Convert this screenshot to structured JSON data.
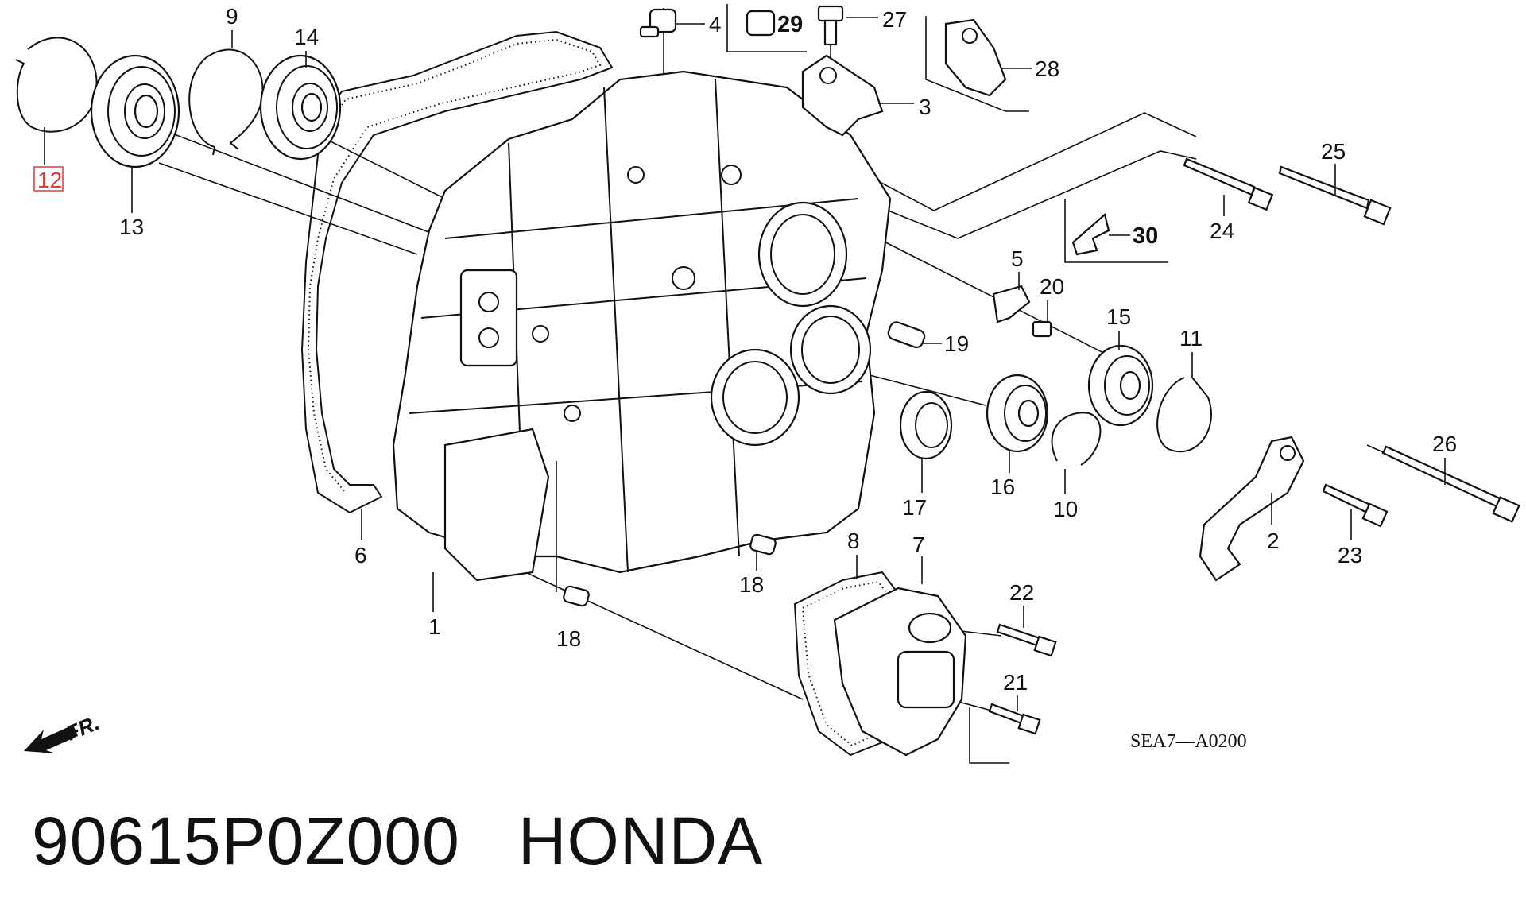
{
  "diagram": {
    "callouts": [
      {
        "id": "1",
        "text": "1",
        "highlighted": false
      },
      {
        "id": "2",
        "text": "2",
        "highlighted": false
      },
      {
        "id": "3",
        "text": "3",
        "highlighted": false
      },
      {
        "id": "4",
        "text": "4",
        "highlighted": false
      },
      {
        "id": "5",
        "text": "5",
        "highlighted": false
      },
      {
        "id": "6",
        "text": "6",
        "highlighted": false
      },
      {
        "id": "7",
        "text": "7",
        "highlighted": false
      },
      {
        "id": "8",
        "text": "8",
        "highlighted": false
      },
      {
        "id": "9",
        "text": "9",
        "highlighted": false
      },
      {
        "id": "10",
        "text": "10",
        "highlighted": false
      },
      {
        "id": "11",
        "text": "11",
        "highlighted": false
      },
      {
        "id": "12",
        "text": "12",
        "highlighted": true
      },
      {
        "id": "13",
        "text": "13",
        "highlighted": false
      },
      {
        "id": "14",
        "text": "14",
        "highlighted": false
      },
      {
        "id": "15",
        "text": "15",
        "highlighted": false
      },
      {
        "id": "16",
        "text": "16",
        "highlighted": false
      },
      {
        "id": "17",
        "text": "17",
        "highlighted": false
      },
      {
        "id": "18a",
        "text": "18",
        "highlighted": false
      },
      {
        "id": "18b",
        "text": "18",
        "highlighted": false
      },
      {
        "id": "19",
        "text": "19",
        "highlighted": false
      },
      {
        "id": "20",
        "text": "20",
        "highlighted": false
      },
      {
        "id": "21",
        "text": "21",
        "highlighted": false
      },
      {
        "id": "22",
        "text": "22",
        "highlighted": false
      },
      {
        "id": "23",
        "text": "23",
        "highlighted": false
      },
      {
        "id": "24",
        "text": "24",
        "highlighted": false
      },
      {
        "id": "25",
        "text": "25",
        "highlighted": false
      },
      {
        "id": "26",
        "text": "26",
        "highlighted": false
      },
      {
        "id": "27",
        "text": "27",
        "highlighted": false
      },
      {
        "id": "28",
        "text": "28",
        "highlighted": false
      },
      {
        "id": "29",
        "text": "29",
        "highlighted": false
      },
      {
        "id": "30",
        "text": "30",
        "highlighted": false
      }
    ],
    "direction_label": "FR.",
    "diagram_code": "SEA7—A0200",
    "highlight_color": "#e03a3a"
  },
  "footer": {
    "part_number": "90615P0Z000",
    "brand": "HONDA"
  }
}
